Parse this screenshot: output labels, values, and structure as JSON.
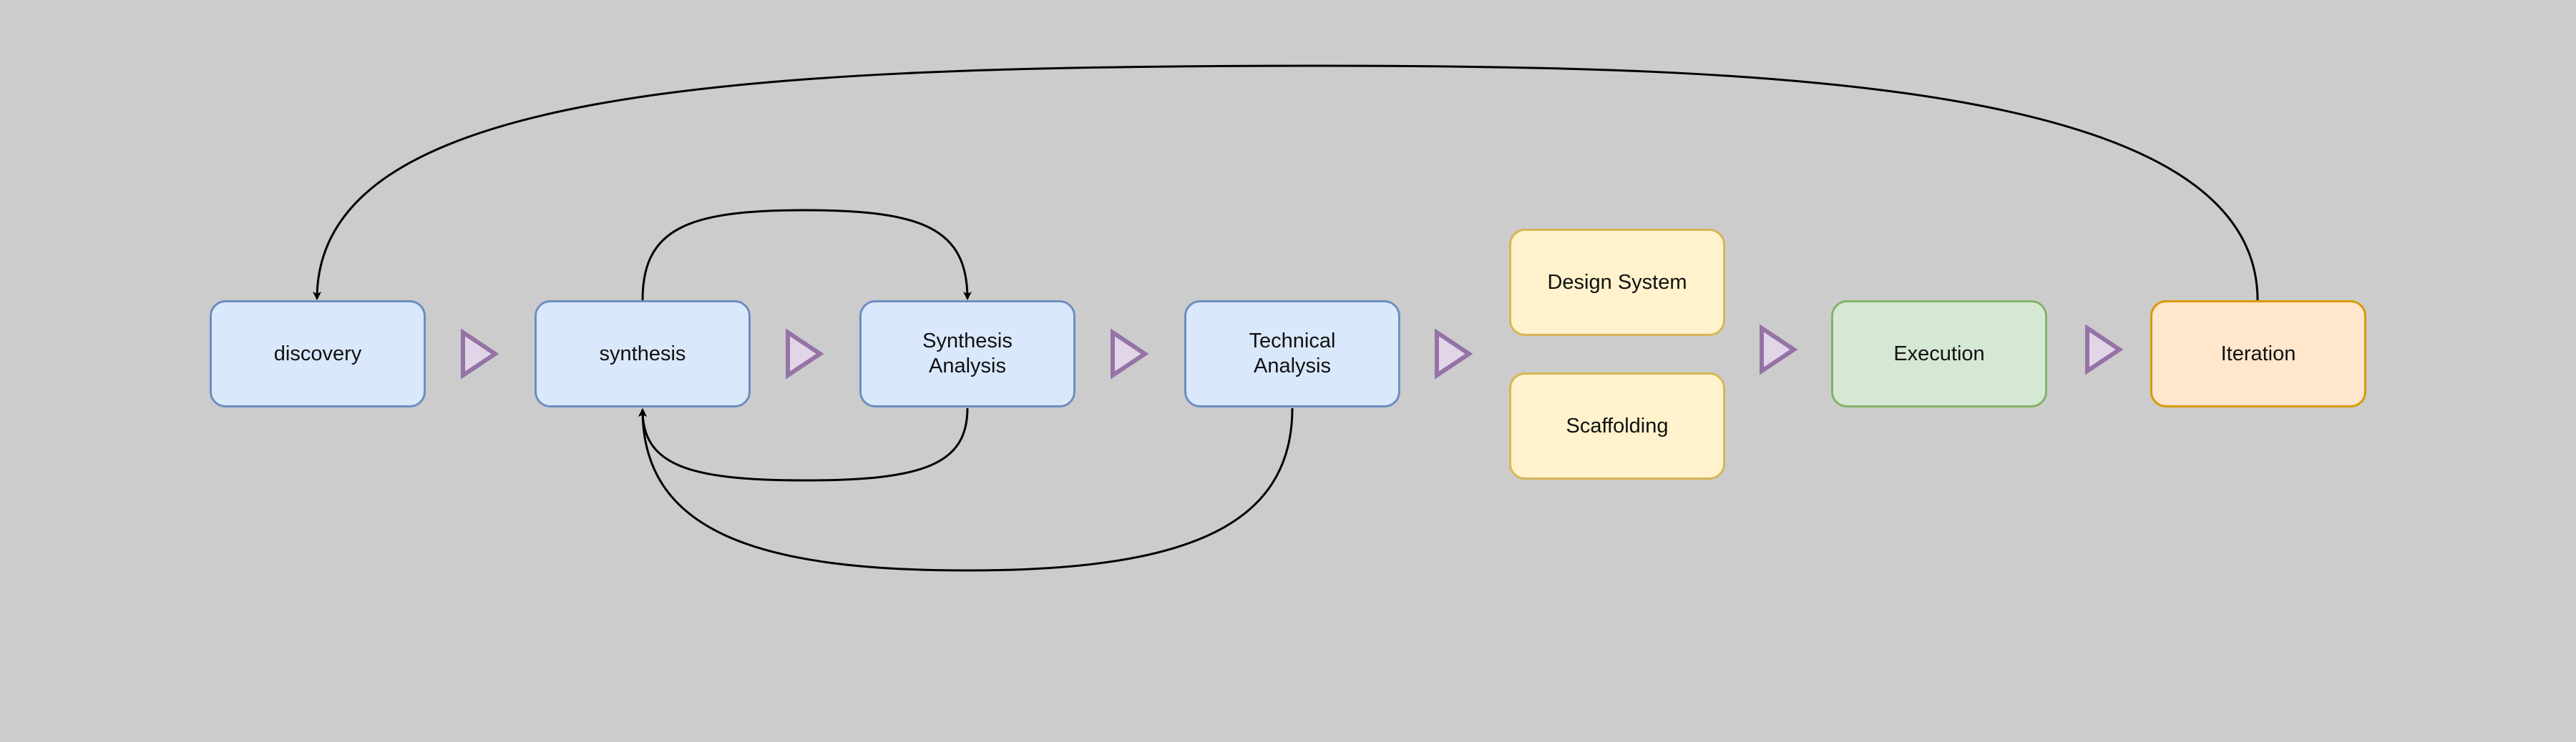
{
  "diagram": {
    "background": "#cccccc",
    "nodes": [
      {
        "id": "discovery",
        "label": "discovery",
        "style": "blue"
      },
      {
        "id": "synthesis",
        "label": "synthesis",
        "style": "blue"
      },
      {
        "id": "synthesis_analysis",
        "label": "Synthesis\nAnalysis",
        "style": "blue"
      },
      {
        "id": "technical_analysis",
        "label": "Technical\nAnalysis",
        "style": "blue"
      },
      {
        "id": "design_system",
        "label": "Design System",
        "style": "yellow"
      },
      {
        "id": "scaffolding",
        "label": "Scaffolding",
        "style": "yellow"
      },
      {
        "id": "execution",
        "label": "Execution",
        "style": "green"
      },
      {
        "id": "iteration",
        "label": "Iteration",
        "style": "orange"
      }
    ],
    "flow_markers": [
      {
        "from": "discovery",
        "to": "synthesis",
        "icon": "triangle-right-icon"
      },
      {
        "from": "synthesis",
        "to": "synthesis_analysis",
        "icon": "triangle-right-icon"
      },
      {
        "from": "synthesis_analysis",
        "to": "technical_analysis",
        "icon": "triangle-right-icon"
      },
      {
        "from": "technical_analysis",
        "to": "design_system+scaffolding",
        "icon": "triangle-right-icon"
      },
      {
        "from": "design_system+scaffolding",
        "to": "execution",
        "icon": "triangle-right-icon"
      },
      {
        "from": "execution",
        "to": "iteration",
        "icon": "triangle-right-icon"
      }
    ],
    "edges": [
      {
        "from": "iteration",
        "to": "discovery",
        "arrow": "end"
      },
      {
        "from": "synthesis",
        "to": "synthesis_analysis",
        "arrow": "end"
      },
      {
        "from": "synthesis_analysis",
        "to": "synthesis",
        "arrow": "end"
      },
      {
        "from": "technical_analysis",
        "to": "synthesis",
        "arrow": "end"
      }
    ],
    "colors": {
      "blue_fill": "#dae8fc",
      "blue_stroke": "#6c8ebf",
      "yellow_fill": "#fff2cc",
      "yellow_stroke": "#d6b656",
      "green_fill": "#d5e8d4",
      "green_stroke": "#82b366",
      "orange_fill": "#ffe6cc",
      "orange_stroke": "#d79b00",
      "marker_fill": "#e1d5e7",
      "marker_stroke": "#9673a6",
      "edge": "#000000"
    }
  }
}
